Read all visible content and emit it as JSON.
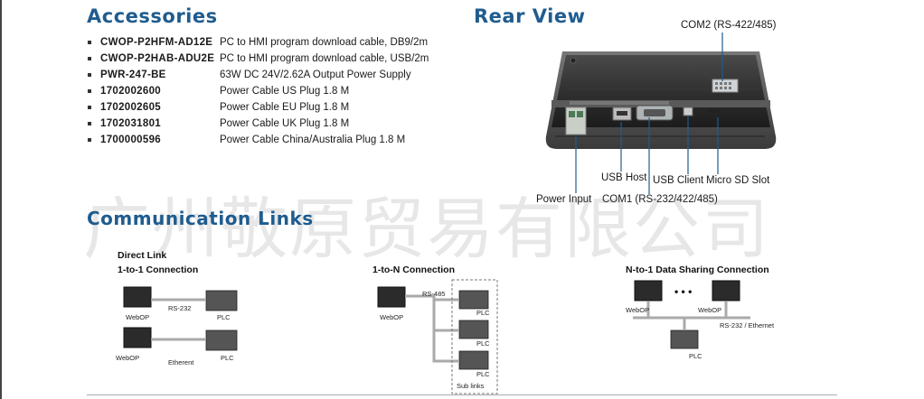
{
  "accessories": {
    "title": "Accessories",
    "items": [
      {
        "code": "CWOP-P2HFM-AD12E",
        "desc": "PC to HMI program download cable, DB9/2m"
      },
      {
        "code": "CWOP-P2HAB-ADU2E",
        "desc": "PC to HMI program download cable, USB/2m"
      },
      {
        "code": "PWR-247-BE",
        "desc": "63W DC 24V/2.62A Output Power Supply"
      },
      {
        "code": "1702002600",
        "desc": "Power Cable US Plug 1.8 M"
      },
      {
        "code": "1702002605",
        "desc": "Power Cable EU Plug 1.8 M"
      },
      {
        "code": "1702031801",
        "desc": "Power Cable UK Plug 1.8 M"
      },
      {
        "code": "1700000596",
        "desc": "Power Cable China/Australia Plug 1.8 M"
      }
    ]
  },
  "rear_view": {
    "title": "Rear View",
    "labels": {
      "com2": "COM2 (RS-422/485)",
      "usb_host": "USB Host",
      "usb_client": "USB Client",
      "micro_sd": "Micro SD Slot",
      "power_input": "Power Input",
      "com1": "COM1 (RS-232/422/485)"
    }
  },
  "watermark": "广州敬原贸易有限公司",
  "communication": {
    "title": "Communication Links",
    "direct_link": "Direct Link",
    "one_to_one": "1-to-1 Connection",
    "one_to_n": "1-to-N Connection",
    "n_to_one": "N-to-1 Data Sharing Connection",
    "webop": "WebOP",
    "plc": "PLC",
    "rs232": "RS-232",
    "ethernet": "Etherent",
    "rs485": "RS-485",
    "sub_links": "Sub links",
    "rs232_ethernet": "RS-232 / Ethernet",
    "dots": "• • •"
  }
}
